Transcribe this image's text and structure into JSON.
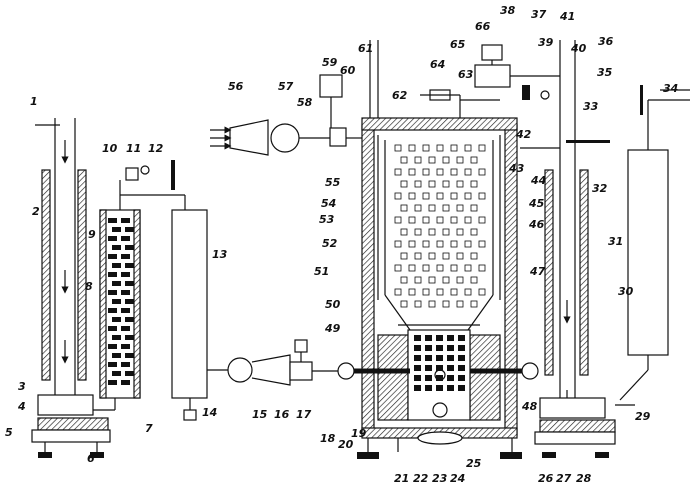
{
  "labels": {
    "n1": "1",
    "n2": "2",
    "n3": "3",
    "n4": "4",
    "n5": "5",
    "n6": "6",
    "n7": "7",
    "n8": "8",
    "n9": "9",
    "n10": "10",
    "n11": "11",
    "n12": "12",
    "n13": "13",
    "n14": "14",
    "n15": "15",
    "n16": "16",
    "n17": "17",
    "n18": "18",
    "n19": "19",
    "n20": "20",
    "n21": "21",
    "n22": "22",
    "n23": "23",
    "n24": "24",
    "n25": "25",
    "n26": "26",
    "n27": "27",
    "n28": "28",
    "n29": "29",
    "n30": "30",
    "n31": "31",
    "n32": "32",
    "n33": "33",
    "n34": "34",
    "n35": "35",
    "n36": "36",
    "n37": "37",
    "n38": "38",
    "n39": "39",
    "n40": "40",
    "n41": "41",
    "n42": "42",
    "n43": "43",
    "n44": "44",
    "n45": "45",
    "n46": "46",
    "n47": "47",
    "n48": "48",
    "n49": "49",
    "n50": "50",
    "n51": "51",
    "n52": "52",
    "n53": "53",
    "n54": "54",
    "n55": "55",
    "n56": "56",
    "n57": "57",
    "n58": "58",
    "n59": "59",
    "n60": "60",
    "n61": "61",
    "n62": "62",
    "n63": "63",
    "n64": "64",
    "n65": "65",
    "n66": "66"
  }
}
